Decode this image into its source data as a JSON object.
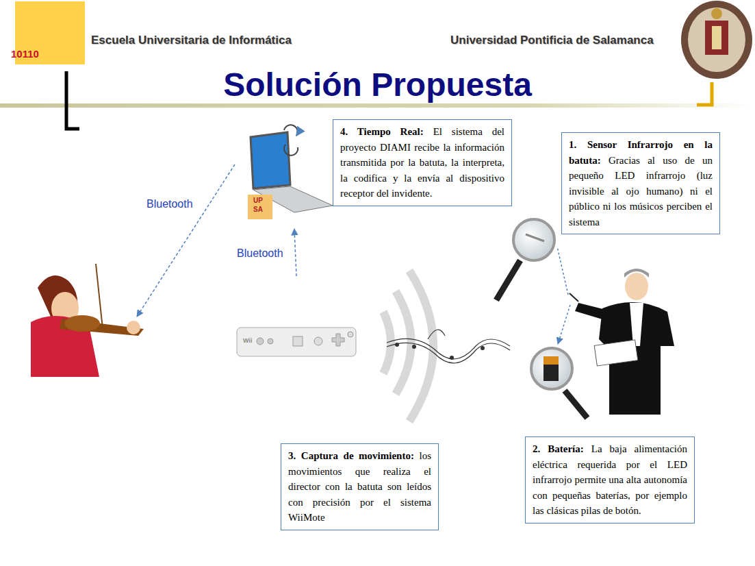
{
  "diagram": {
    "title": "Solución Propuesta",
    "nodes": [
      {
        "text": [
          "4. Tiempo Real:",
          "El sistema del proyecto DIAMI recibe la información transmitida por la batuta, la interpreta, la codifica y la envía al dispositivo receptor del invidente."
        ]
      },
      {
        "text": [
          "1. Sensor Infrarrojo en la batuta:",
          "Gracias al uso de un pequeño LED infrarrojo (luz invisible al ojo humano) ni el público ni los músicos perciben el sistema"
        ]
      },
      {
        "text": [
          "3. Captura de movimiento:",
          "los movimientos que realiza el director con la batuta son leídos con precisión por el sistema WiiMote"
        ]
      },
      {
        "text": [
          "2. Batería:",
          "La baja alimentación eléctrica requerida por el LED infrarrojo permite una alta autonomía con pequeñas baterías, por ejemplo las clásicas pilas de botón."
        ]
      }
    ],
    "labels": [
      "10110",
      "Escuela Universitaria de Informática",
      "Universidad Pontificia de Salamanca",
      "Bluetooth",
      "Bluetooth",
      "UP",
      "SA",
      "Wii"
    ]
  }
}
